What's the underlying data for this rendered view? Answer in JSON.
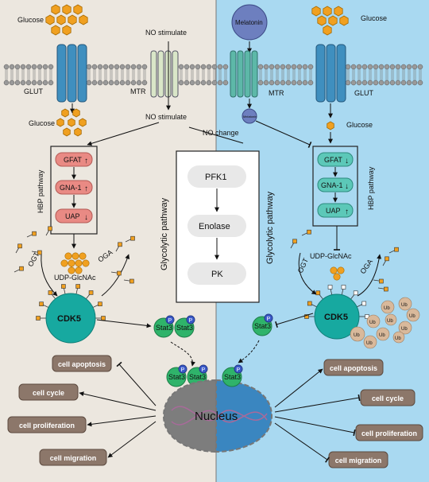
{
  "left": {
    "glucose_top": "Glucose",
    "glucose_mid": "Glucose",
    "glut": "GLUT",
    "mtr": "MTR",
    "no_stimulate_top": "NO  stimulate",
    "no_stimulate_mid": "NO  stimulate",
    "hbp_label": "HBP pathway",
    "hbp_steps": [
      "GFAT",
      "GNA-1",
      "UAP"
    ],
    "ogt": "OGT",
    "oga": "OGA",
    "udp": "UDP-GlcNAc",
    "cdk5": "CDK5",
    "stat3": "Stat3",
    "p": "P",
    "outcomes": [
      "cell apoptosis",
      "cell cycle",
      "cell proliferation",
      "cell migration"
    ]
  },
  "center": {
    "no_change": "NO  change",
    "glyco_left": "Glycolytic pathway",
    "glyco_right": "Glycolytic pathway",
    "steps": [
      "PFK1",
      "Enolase",
      "PK"
    ],
    "nucleus": "Nucleus"
  },
  "right": {
    "melatonin": "Melatonin",
    "melatonin_small": "Melatonin",
    "glucose_top": "Glucose",
    "glucose_mid": "Glucose",
    "mtr": "MTR",
    "glut": "GLUT",
    "hbp_label": "HBP pathway",
    "hbp_steps": [
      "GFAT",
      "GNA-1",
      "UAP"
    ],
    "udp": "UDP-GlcNAc",
    "ogt": "OGT",
    "oga": "OGA",
    "cdk5": "CDK5",
    "ub": "Ub",
    "stat3": "Stat3",
    "p": "P",
    "outcomes": [
      "cell apoptosis",
      "cell cycle",
      "cell proliferation",
      "cell migration"
    ]
  },
  "colors": {
    "left_bg": "#ece7df",
    "right_bg": "#a9d9f1",
    "glucose": "#f0a020",
    "hbp_left": "#e98a84",
    "hbp_right": "#5cc8b8",
    "cdk5": "#17a9a0",
    "stat3": "#2fb36a",
    "p": "#3a59c9",
    "outcome": "#8c776a",
    "ub": "#d9b99b"
  }
}
